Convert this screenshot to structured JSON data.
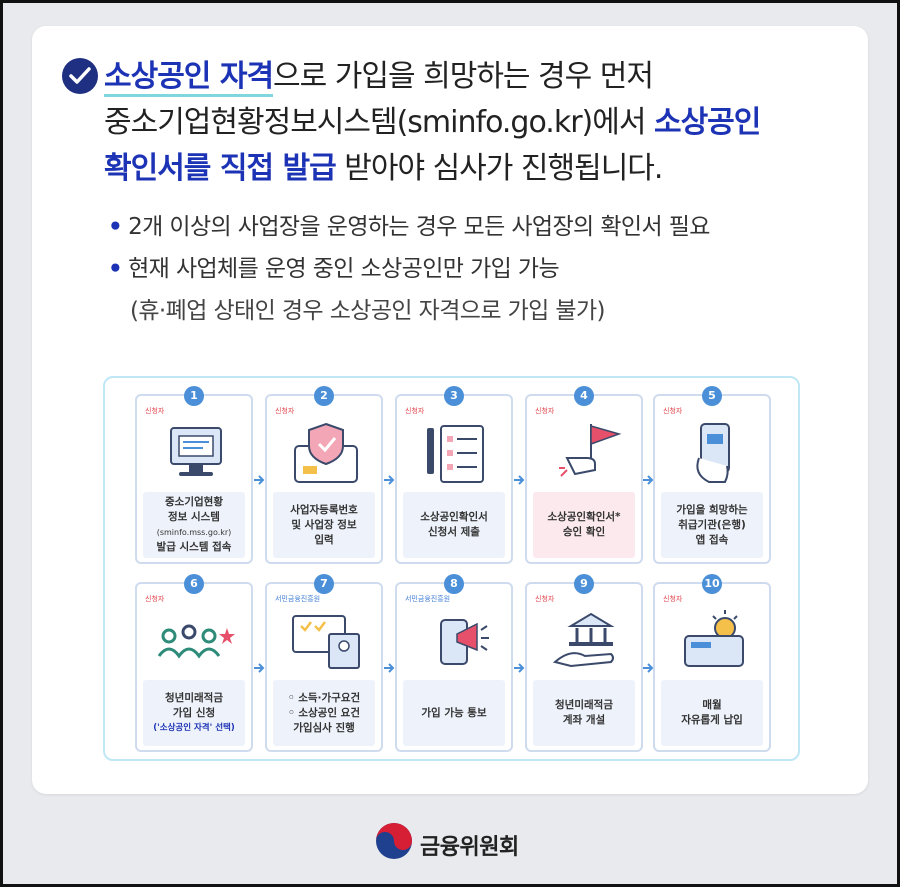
{
  "headline": {
    "part1": "소상공인 자격",
    "part2": "으로 가입을 희망하는 경우 먼저",
    "part3": "중소기업현황정보시스템(sminfo.go.kr)에서 ",
    "part4": "소상공인",
    "part5": "확인서를 직접 발급",
    "part6": " 받아야 심사가 진행됩니다."
  },
  "bullets": [
    "2개 이상의 사업장을 운영하는 경우 모든 사업장의 확인서 필요",
    "현재 사업체를 운영 중인 소상공인만 가입 가능"
  ],
  "bullet_note": "(휴·폐업 상태인 경우 소상공인 자격으로 가입 불가)",
  "steps": [
    {
      "num": "1",
      "who": "신청자",
      "lines": [
        "중소기업현황",
        "정보 시스템"
      ],
      "sub": "(sminfo.mss.go.kr)",
      "tail": "발급 시스템 접속"
    },
    {
      "num": "2",
      "who": "신청자",
      "lines": [
        "사업자등록번호",
        "및 사업장 정보",
        "입력"
      ]
    },
    {
      "num": "3",
      "who": "신청자",
      "lines": [
        "소상공인확인서",
        "신청서 제출"
      ]
    },
    {
      "num": "4",
      "who": "신청자",
      "lines": [
        "소상공인확인서*",
        "승인 확인"
      ]
    },
    {
      "num": "5",
      "who": "신청자",
      "lines": [
        "가입을 희망하는",
        "취급기관(은행)",
        "앱 접속"
      ]
    },
    {
      "num": "6",
      "who": "신청자",
      "lines": [
        "청년미래적금",
        "가입 신청"
      ],
      "accent": "('소상공인 자격' 선택)"
    },
    {
      "num": "7",
      "who": "서민금융진흥원",
      "lines": [
        "◦ 소득·가구요건",
        "◦ 소상공인 요건",
        "가입심사 진행"
      ]
    },
    {
      "num": "8",
      "who": "서민금융진흥원",
      "lines": [
        "가입 가능 통보"
      ]
    },
    {
      "num": "9",
      "who": "신청자",
      "lines": [
        "청년미래적금",
        "계좌 개설"
      ]
    },
    {
      "num": "10",
      "who": "신청자",
      "lines": [
        "매월",
        "자유롭게 납입"
      ]
    }
  ],
  "footer": {
    "org": "금융위원회"
  },
  "colors": {
    "accent": "#1d33b5",
    "underline": "#7fd6de",
    "step_number": "#4a8fd8",
    "requester": "#e0424a",
    "agency": "#3e7cd6"
  }
}
